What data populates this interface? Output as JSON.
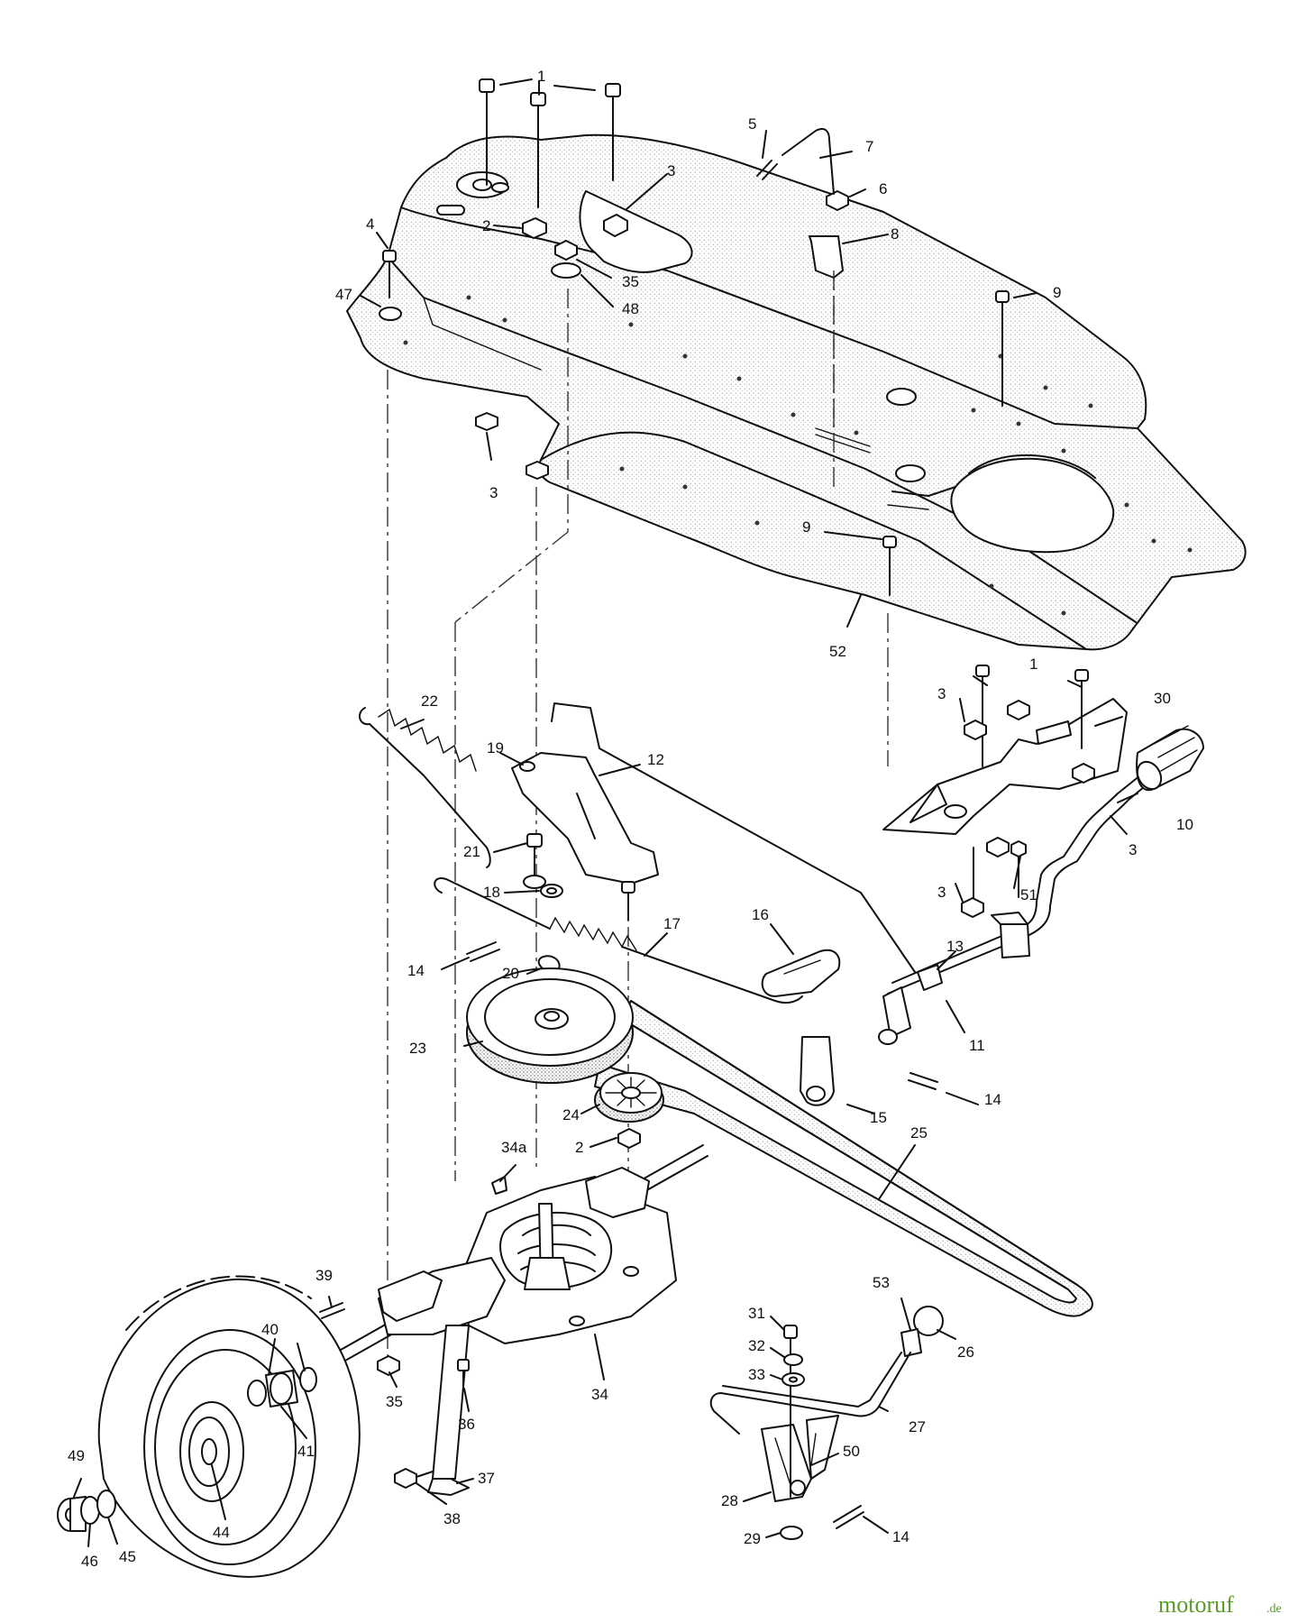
{
  "watermark": {
    "brand": "motoruf",
    "tld": ".de",
    "color": "#5a9a2a"
  },
  "labels": [
    "1",
    "2",
    "3",
    "4",
    "47",
    "5",
    "7",
    "6",
    "8",
    "9",
    "35",
    "48",
    "3",
    "9",
    "52",
    "22",
    "19",
    "12",
    "21",
    "18",
    "14",
    "20",
    "17",
    "16",
    "13",
    "23",
    "11",
    "15",
    "14",
    "24",
    "2",
    "25",
    "34a",
    "1",
    "3",
    "30",
    "10",
    "3",
    "3",
    "51",
    "39",
    "40",
    "41",
    "35",
    "36",
    "34",
    "49",
    "46",
    "45",
    "44",
    "37",
    "38",
    "31",
    "32",
    "33",
    "53",
    "26",
    "27",
    "50",
    "28",
    "29",
    "14"
  ]
}
